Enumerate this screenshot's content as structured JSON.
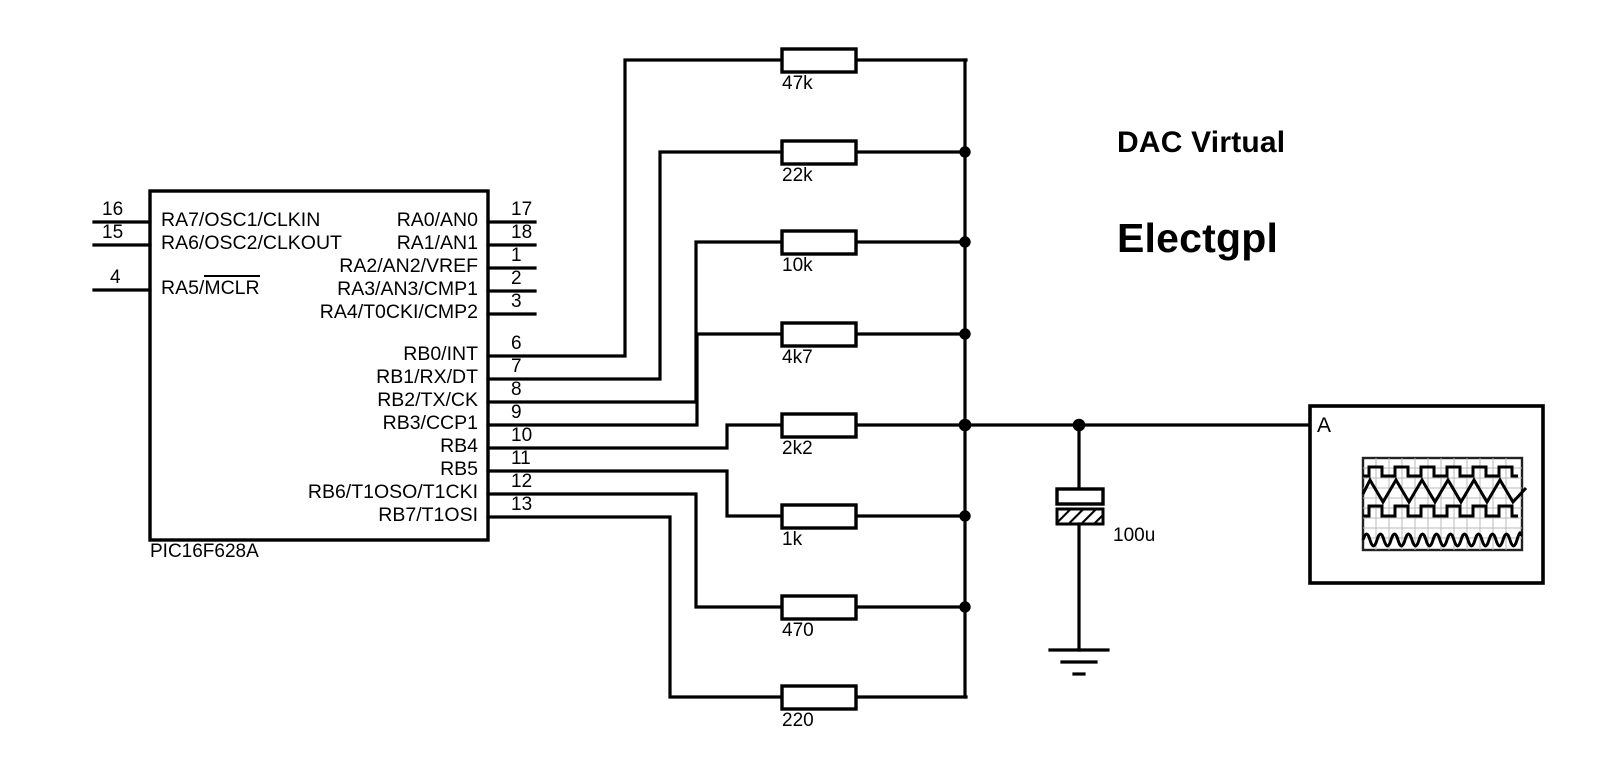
{
  "annotations": {
    "title_line1": "DAC Virtual",
    "title_line2": "Electgpl"
  },
  "mcu": {
    "part_label": "PIC16F628A",
    "left_pins": [
      {
        "number": "16",
        "name": "RA7/OSC1/CLKIN"
      },
      {
        "number": "15",
        "name": "RA6/OSC2/CLKOUT"
      },
      {
        "number": "4",
        "name_prefix": "RA5/",
        "name_overbar": "MCLR"
      }
    ],
    "right_pins_porta": [
      {
        "number": "17",
        "name": "RA0/AN0"
      },
      {
        "number": "18",
        "name": "RA1/AN1"
      },
      {
        "number": "1",
        "name": "RA2/AN2/VREF"
      },
      {
        "number": "2",
        "name": "RA3/AN3/CMP1"
      },
      {
        "number": "3",
        "name": "RA4/T0CKI/CMP2"
      }
    ],
    "right_pins_portb": [
      {
        "number": "6",
        "name": "RB0/INT"
      },
      {
        "number": "7",
        "name": "RB1/RX/DT"
      },
      {
        "number": "8",
        "name": "RB2/TX/CK"
      },
      {
        "number": "9",
        "name": "RB3/CCP1"
      },
      {
        "number": "10",
        "name": "RB4"
      },
      {
        "number": "11",
        "name": "RB5"
      },
      {
        "number": "12",
        "name": "RB6/T1OSO/T1CKI"
      },
      {
        "number": "13",
        "name": "RB7/T1OSI"
      }
    ]
  },
  "resistor_ladder": [
    {
      "value": "47k",
      "source_pin": "6"
    },
    {
      "value": "22k",
      "source_pin": "7"
    },
    {
      "value": "10k",
      "source_pin": "8"
    },
    {
      "value": "4k7",
      "source_pin": "9"
    },
    {
      "value": "2k2",
      "source_pin": "10"
    },
    {
      "value": "1k",
      "source_pin": "11"
    },
    {
      "value": "470",
      "source_pin": "12"
    },
    {
      "value": "220",
      "source_pin": "13"
    }
  ],
  "capacitor": {
    "value": "100u",
    "type": "polarized-electrolytic"
  },
  "oscilloscope": {
    "channel_label": "A",
    "traces": [
      "square",
      "triangle",
      "square",
      "sine"
    ]
  },
  "colors": {
    "line": "#000000",
    "background": "#ffffff",
    "scope_grid": "#b8b8b8"
  }
}
